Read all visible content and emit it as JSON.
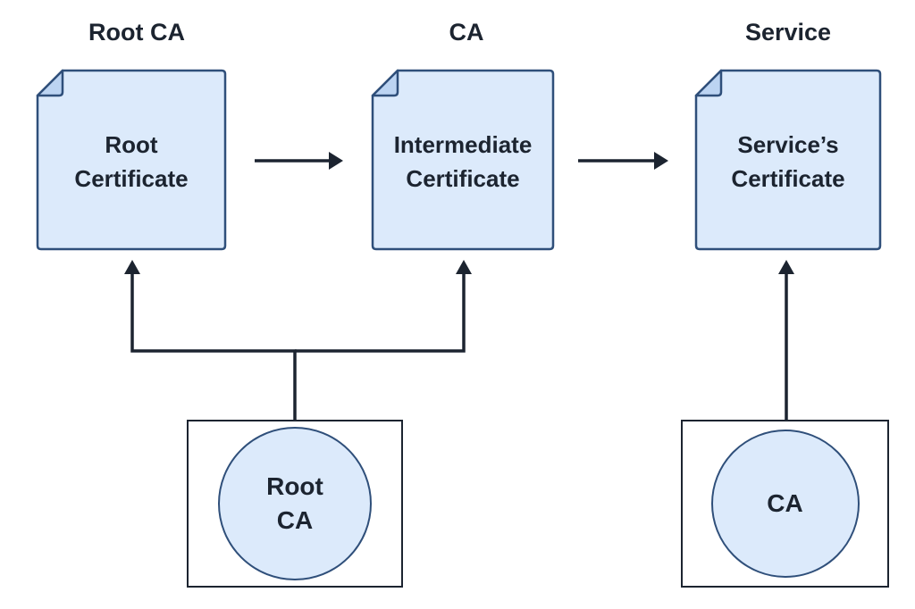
{
  "columns": [
    {
      "title": "Root CA"
    },
    {
      "title": "CA"
    },
    {
      "title": "Service"
    }
  ],
  "certificates": [
    {
      "line1": "Root",
      "line2": "Certificate"
    },
    {
      "line1": "Intermediate",
      "line2": "Certificate"
    },
    {
      "line1": "Service’s",
      "line2": "Certificate"
    }
  ],
  "authorities": [
    {
      "line1": "Root",
      "line2": "CA"
    },
    {
      "line1": "CA",
      "line2": ""
    }
  ],
  "icons": {
    "certificate": "document-icon",
    "authority": "seal-icon",
    "connector": "arrow-icon"
  },
  "colors": {
    "document_fill": "#dceafb",
    "document_border": "#2f4f7a",
    "ink": "#1c2430",
    "badge_fill": "#dceafb"
  }
}
